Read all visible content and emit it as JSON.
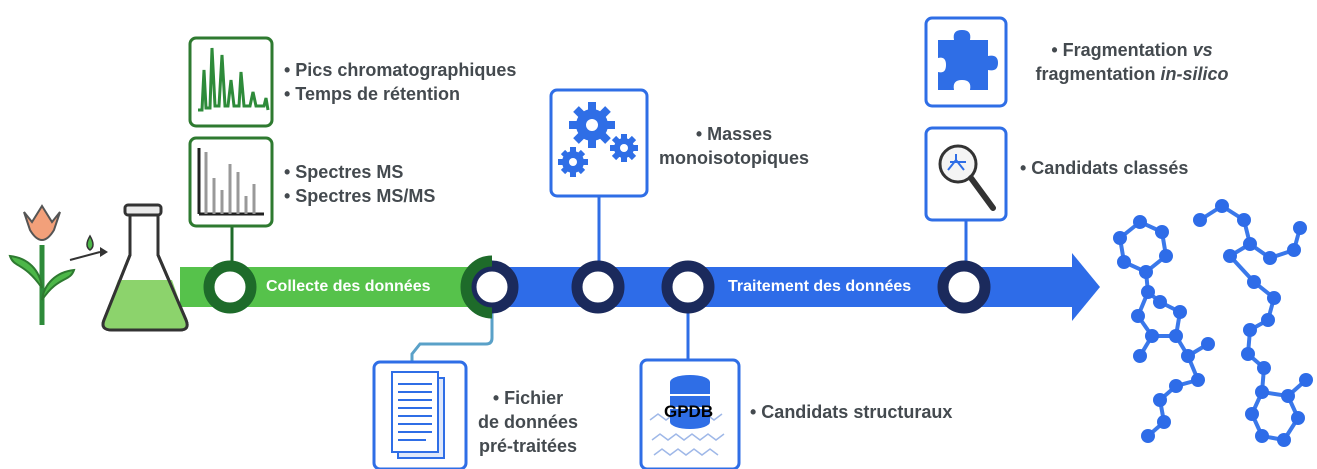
{
  "stages": {
    "collect": "Collecte des données",
    "process": "Traitement des données"
  },
  "chromatography": {
    "line1": "• Pics chromatographiques",
    "line2": "• Temps de rétention"
  },
  "spectra": {
    "line1": "• Spectres MS",
    "line2": "• Spectres MS/MS"
  },
  "masses": {
    "line1": "• Masses",
    "line2": "monoisotopiques"
  },
  "fragmentation": {
    "line1_a": "• Fragmentation ",
    "line1_b": "vs",
    "line2_a": "fragmentation ",
    "line2_b": "in-silico"
  },
  "ranked": "• Candidats classés",
  "file": {
    "line1": "• Fichier",
    "line2": "de données",
    "line3": "pré-traitées"
  },
  "database": {
    "label": "GPDB",
    "caption": "• Candidats structuraux"
  },
  "colors": {
    "green": "#3db54a",
    "dark_green": "#1e6b2a",
    "blue": "#2f6ee6",
    "navy": "#1b2a5c"
  },
  "icons": [
    "tulip-icon",
    "droplet-icon",
    "flask-icon",
    "chromatogram-icon",
    "ms-spectrum-icon",
    "gears-icon",
    "puzzle-icon",
    "magnifier-icon",
    "document-icon",
    "database-icon",
    "molecule-icon"
  ]
}
